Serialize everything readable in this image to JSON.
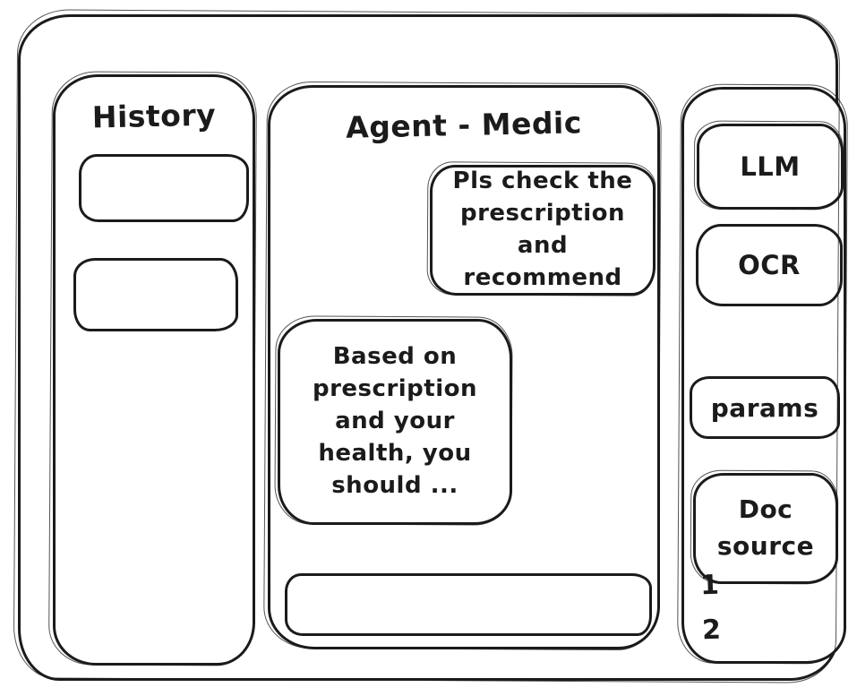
{
  "colors": {
    "stroke": "#1b1b1b",
    "background": "#ffffff"
  },
  "sidebar_left": {
    "title": "History",
    "items": [
      {
        "label": ""
      },
      {
        "label": ""
      }
    ]
  },
  "chat": {
    "title": "Agent - Medic",
    "messages": [
      {
        "role": "user",
        "text": "Pls check the prescription and recommend"
      },
      {
        "role": "agent",
        "text": "Based on prescription and your health, you should ..."
      }
    ],
    "input": {
      "value": "",
      "placeholder": ""
    }
  },
  "sidebar_right": {
    "buttons": [
      {
        "label": "LLM"
      },
      {
        "label": "OCR"
      },
      {
        "label": "params"
      },
      {
        "label": "Doc source"
      }
    ],
    "doc_list": [
      {
        "label": "1"
      },
      {
        "label": "2"
      }
    ]
  }
}
